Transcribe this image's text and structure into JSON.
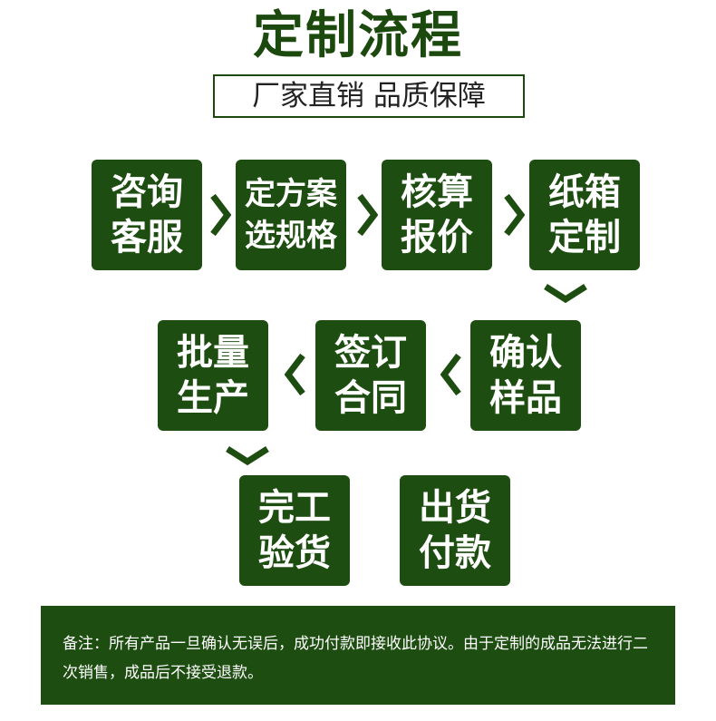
{
  "title": "定制流程",
  "subtitle": "厂家直销  品质保障",
  "steps": [
    {
      "label": "咨询\n客服"
    },
    {
      "label": "定方案\n选规格"
    },
    {
      "label": "核算\n报价"
    },
    {
      "label": "纸箱\n定制"
    },
    {
      "label": "确认\n样品"
    },
    {
      "label": "签订\n合同"
    },
    {
      "label": "批量\n生产"
    },
    {
      "label": "完工\n验货"
    },
    {
      "label": "出货\n付款"
    }
  ],
  "note": "备注：所有产品一旦确认无误后，成功付款即接收此协议。由于定制的成品无法进行二次销售，成品后不接受退款。",
  "colors": {
    "primary": "#1d4d10",
    "title": "#1c4a0e",
    "background": "#ffffff"
  },
  "icons": [
    "chevron-right-icon",
    "chevron-left-icon",
    "chevron-down-icon"
  ]
}
